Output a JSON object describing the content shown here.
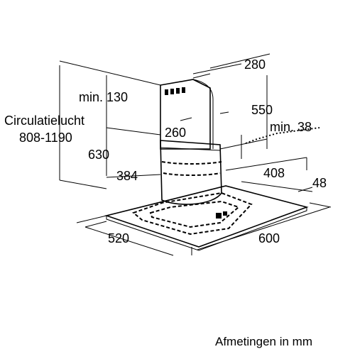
{
  "labels": {
    "chimney_width": "280",
    "min_130": "min. 130",
    "circulation_title": "Circulatielucht",
    "circulation_range": "808-1190",
    "chimney_height": "550",
    "chimney_depth": "260",
    "min_38": "min. 38",
    "height_630": "630",
    "inner_depth": "384",
    "inner_width": "408",
    "glass_48": "48",
    "depth_520": "520",
    "width_600": "600"
  },
  "caption": "Afmetingen in mm"
}
